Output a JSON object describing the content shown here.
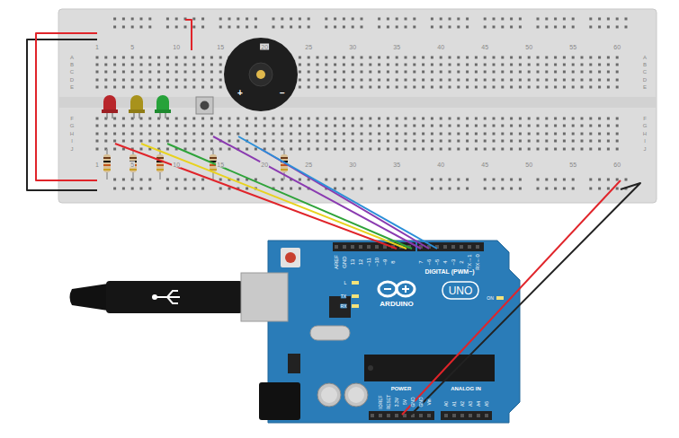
{
  "diagram": {
    "labels": [
      "1",
      "5",
      "10",
      "15",
      "20",
      "25",
      "30",
      "35",
      "40",
      "45",
      "50",
      "55",
      "60",
      "1",
      "5",
      "10",
      "15",
      "20",
      "25",
      "30",
      "35",
      "40",
      "45",
      "50",
      "55",
      "60",
      "A",
      "B",
      "C",
      "D",
      "E",
      "A",
      "B",
      "C",
      "D",
      "E",
      "F",
      "G",
      "H",
      "I",
      "J",
      "F",
      "G",
      "H",
      "I",
      "J",
      "+",
      "−",
      "AREF",
      "GND",
      "13",
      "12",
      "~11",
      "~10",
      "~9",
      "8",
      "7",
      "~6",
      "~5",
      "4",
      "~3",
      "2",
      "TX→1",
      "RX←0",
      "DIGITAL (PWM~)",
      "L",
      "TX",
      "RX",
      "ARDUINO",
      "UNO",
      "ON",
      "IOREF",
      "RESET",
      "3.3V",
      "5V",
      "GND",
      "GND",
      "Vin",
      "POWER",
      "ANALOG IN",
      "A0",
      "A1",
      "A2",
      "A3",
      "A4",
      "A5"
    ]
  }
}
